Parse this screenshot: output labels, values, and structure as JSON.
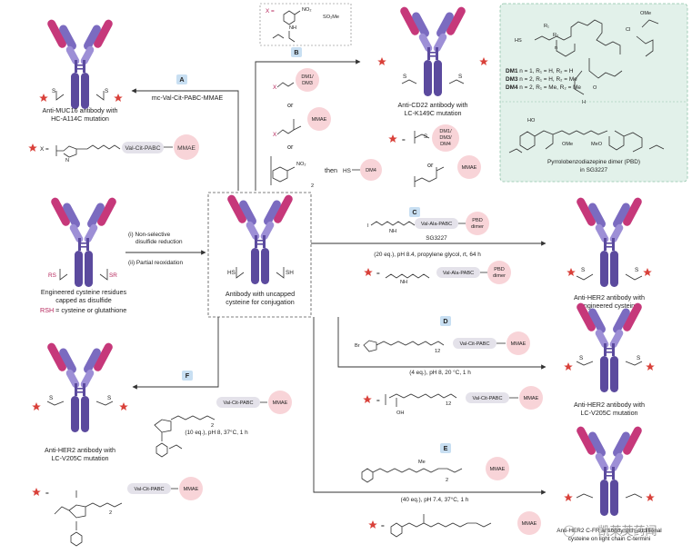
{
  "colors": {
    "purple_dark": "#5b4a9e",
    "purple_mid": "#7b6bc0",
    "purple_light": "#9d8fd6",
    "magenta": "#c6387a",
    "magenta_light": "#e07aa8",
    "star": "#d9413a",
    "pill_pink": "#f8d4d8",
    "pill_gray": "#e4e2ea",
    "label_blue": "#c8dff2",
    "panel_green": "#e2f1ea",
    "magenta_text": "#b5245a"
  },
  "labels": {
    "A": "A",
    "B": "B",
    "C": "C",
    "D": "D",
    "E": "E",
    "F": "F"
  },
  "reagents": {
    "a": "mc-Val-Cit-PABC-MMAE",
    "c_conditions": "(20 eq.), pH 8.4, propylene glycol, rt, 64 h",
    "c_name": "SG3227",
    "d_conditions": "(4 eq.), pH 8, 20 °C, 1 h",
    "e_conditions": "(40 eq.), pH 7.4, 37°C, 1 h",
    "f_conditions": "(10 eq.), pH 8, 37°C, 1 h",
    "reduction_1": "(i) Non-selective",
    "reduction_1b": "disulfide reduction",
    "reduction_2": "(ii) Partial reoxidation",
    "or_1": "or",
    "or_2": "or",
    "or_3": "or",
    "then": "then"
  },
  "captions": {
    "muc16_1": "Anti-MUC16 antibody with",
    "muc16_2": "HC-A114C mutation",
    "cd22_1": "Anti-CD22 antibody with",
    "cd22_2": "LC-K149C mutation",
    "eng_1": "Engineered cysteine residues",
    "eng_2": "capped as disulfide",
    "rsh_a": "RSH",
    "rsh_b": " = cysteine or glutathione",
    "center_1": "Antibody with uncapped",
    "center_2": "cysteine for conjugation",
    "her2_eng_1": "Anti-HER2 antibody with",
    "her2_eng_2": "engineered cysteine",
    "her2_v205_1": "Anti-HER2 antibody with",
    "her2_v205_2": "LC-V205C mutation",
    "her2_v205f_1": "Anti-HER2 antibody with",
    "her2_v205f_2": "LC-V205C mutation",
    "e_1": "Anti-HER2 C-FR antibody with additional",
    "e_2": "cysteine on light chain C-termini",
    "pbd_1": "Pyrrolobenzodiazepine dimer (PBD)",
    "pbd_2": "in SG3227",
    "dm1": "DM1",
    "dm1_tail": " n = 1, R₁ = H,    R₂ = H",
    "dm3": "DM3",
    "dm3_tail": " n = 2, R₁ = H,    R₂ = Me",
    "dm4": "DM4",
    "dm4_tail": " n = 2, R₁ = Me, R₂ = Me"
  },
  "pills": {
    "mmae": "MMAE",
    "dm13": "DM1/\nDM3",
    "dm4": "DM4",
    "dm134": "DM1/\nDM3/\nDM4",
    "pbd": "PBD\ndimer",
    "vcpabc": "Val-Cit-PABC",
    "vapabc": "Val-Ala-PABC"
  },
  "chem": {
    "RS": "RS",
    "SR": "SR",
    "HS": "HS",
    "SH": "SH",
    "S": "S",
    "x": "X",
    "n": "n",
    "no2": "NO₂",
    "so2me": "SO₂Me",
    "br": "Br",
    "n12": "12",
    "n2": "2",
    "nh": "NH",
    "ome": "OMe",
    "meo": "MeO",
    "cl": "Cl",
    "hs": "HS",
    "ho": "HO",
    "me": "Me",
    "n_lbl": "N",
    "o_lbl": "O",
    "i_lbl": "I",
    "h": "H",
    "x_eq": "X =",
    "cooh": "OH",
    "n4": "4"
  },
  "watermark": "凯莱英药闻"
}
